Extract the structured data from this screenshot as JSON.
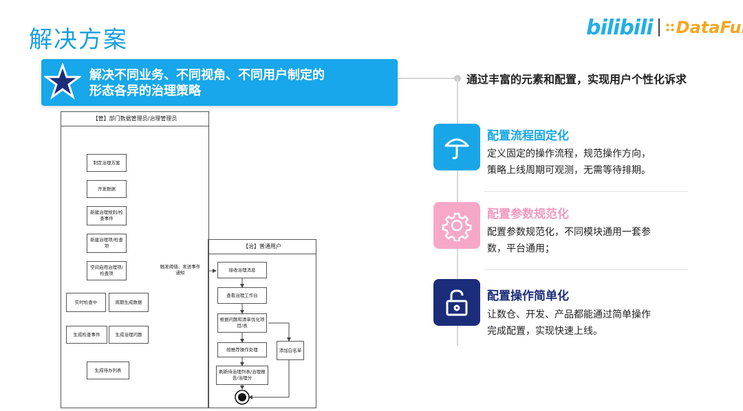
{
  "page": {
    "title": "解决方案",
    "logo": {
      "left": "bilibili",
      "right": "DataFun."
    }
  },
  "banner": {
    "line1": "解决不同业务、不同视角、不同用户制定的",
    "line2": "形态各异的治理策略"
  },
  "right": {
    "headline": "通过丰富的元素和配置，实现用户个性化诉求",
    "features": [
      {
        "title": "配置流程固定化",
        "desc1": "定义固定的操作流程，规范操作方向，",
        "desc2": "策略上线周期可观测，无需等待排期。",
        "icon": "umbrella-icon",
        "color": "#18a6e8"
      },
      {
        "title": "配置参数规范化",
        "desc1": "配置参数规范化，不同模块通用一套参",
        "desc2": "数，平台通用；",
        "icon": "gear-icon",
        "color": "#f7a8c8"
      },
      {
        "title": "配置操作简单化",
        "desc1": "让数仓、开发、产品都能通过简单操作",
        "desc2": "完成配置，实现快速上线。",
        "icon": "unlock-icon",
        "color": "#1b2d7a"
      }
    ]
  },
  "flowchart": {
    "lane_left": "【管】部门数据管理员/治理管理员",
    "lane_right": "【治】普通用户",
    "nodes_left": [
      "制定治理方案",
      "开发数据",
      "新建治理规则/检查事件",
      "新建治理项/检查项",
      "空间启用治理项/检查项",
      "实时检查中",
      "周期生成数据",
      "生成检查事件",
      "生成治理问题",
      "生成待办列表"
    ],
    "callout": "触发阈值、发送事件通知",
    "nodes_right": [
      "接收治理消息",
      "查看治理工作台",
      "根据问题和清单优化项目/表",
      "按推荐操作处理",
      "添加白名单",
      "刷新待治理列表/治理报告/治理分"
    ]
  }
}
